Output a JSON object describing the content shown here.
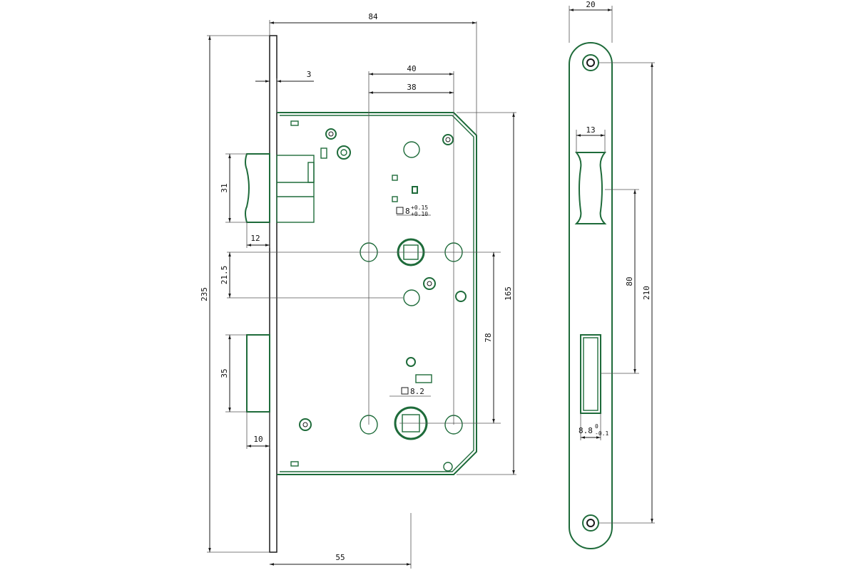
{
  "dimensions": {
    "d84": "84",
    "d3": "3",
    "d40": "40",
    "d38": "38",
    "d31": "31",
    "d12": "12",
    "d21_5": "21.5",
    "d235": "235",
    "d165": "165",
    "d78": "78",
    "d35": "35",
    "d10": "10",
    "d55": "55",
    "d20": "20",
    "d13": "13",
    "d80": "80",
    "d210": "210",
    "spindle_tol_base": "8",
    "spindle_tol_upper": "+0.15",
    "spindle_tol_lower": "+0.10",
    "key_square": "8.2",
    "slot_base": "8.8",
    "slot_upper": "0",
    "slot_lower": "-0.1"
  },
  "colors": {
    "outline": "#1e6b3a",
    "dimension": "#1a1a1a"
  }
}
